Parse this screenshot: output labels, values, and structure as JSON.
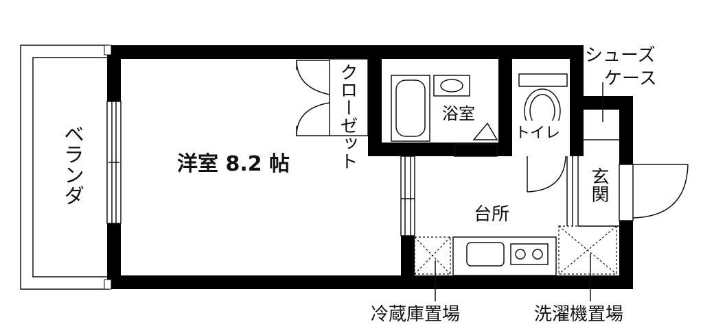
{
  "rooms": {
    "veranda": "ベランダ",
    "western_room": "洋室 8.2 帖",
    "closet": "クローゼット",
    "bathroom": "浴室",
    "toilet": "トイレ",
    "kitchen": "台所",
    "entrance": "玄関"
  },
  "annotations": {
    "shoe_case_line1": "シューズ",
    "shoe_case_line2": "ケース",
    "fridge_space": "冷蔵庫置場",
    "washer_space": "洗濯機置場"
  },
  "colors": {
    "wall": "#000000",
    "line": "#111111",
    "background": "#ffffff"
  }
}
